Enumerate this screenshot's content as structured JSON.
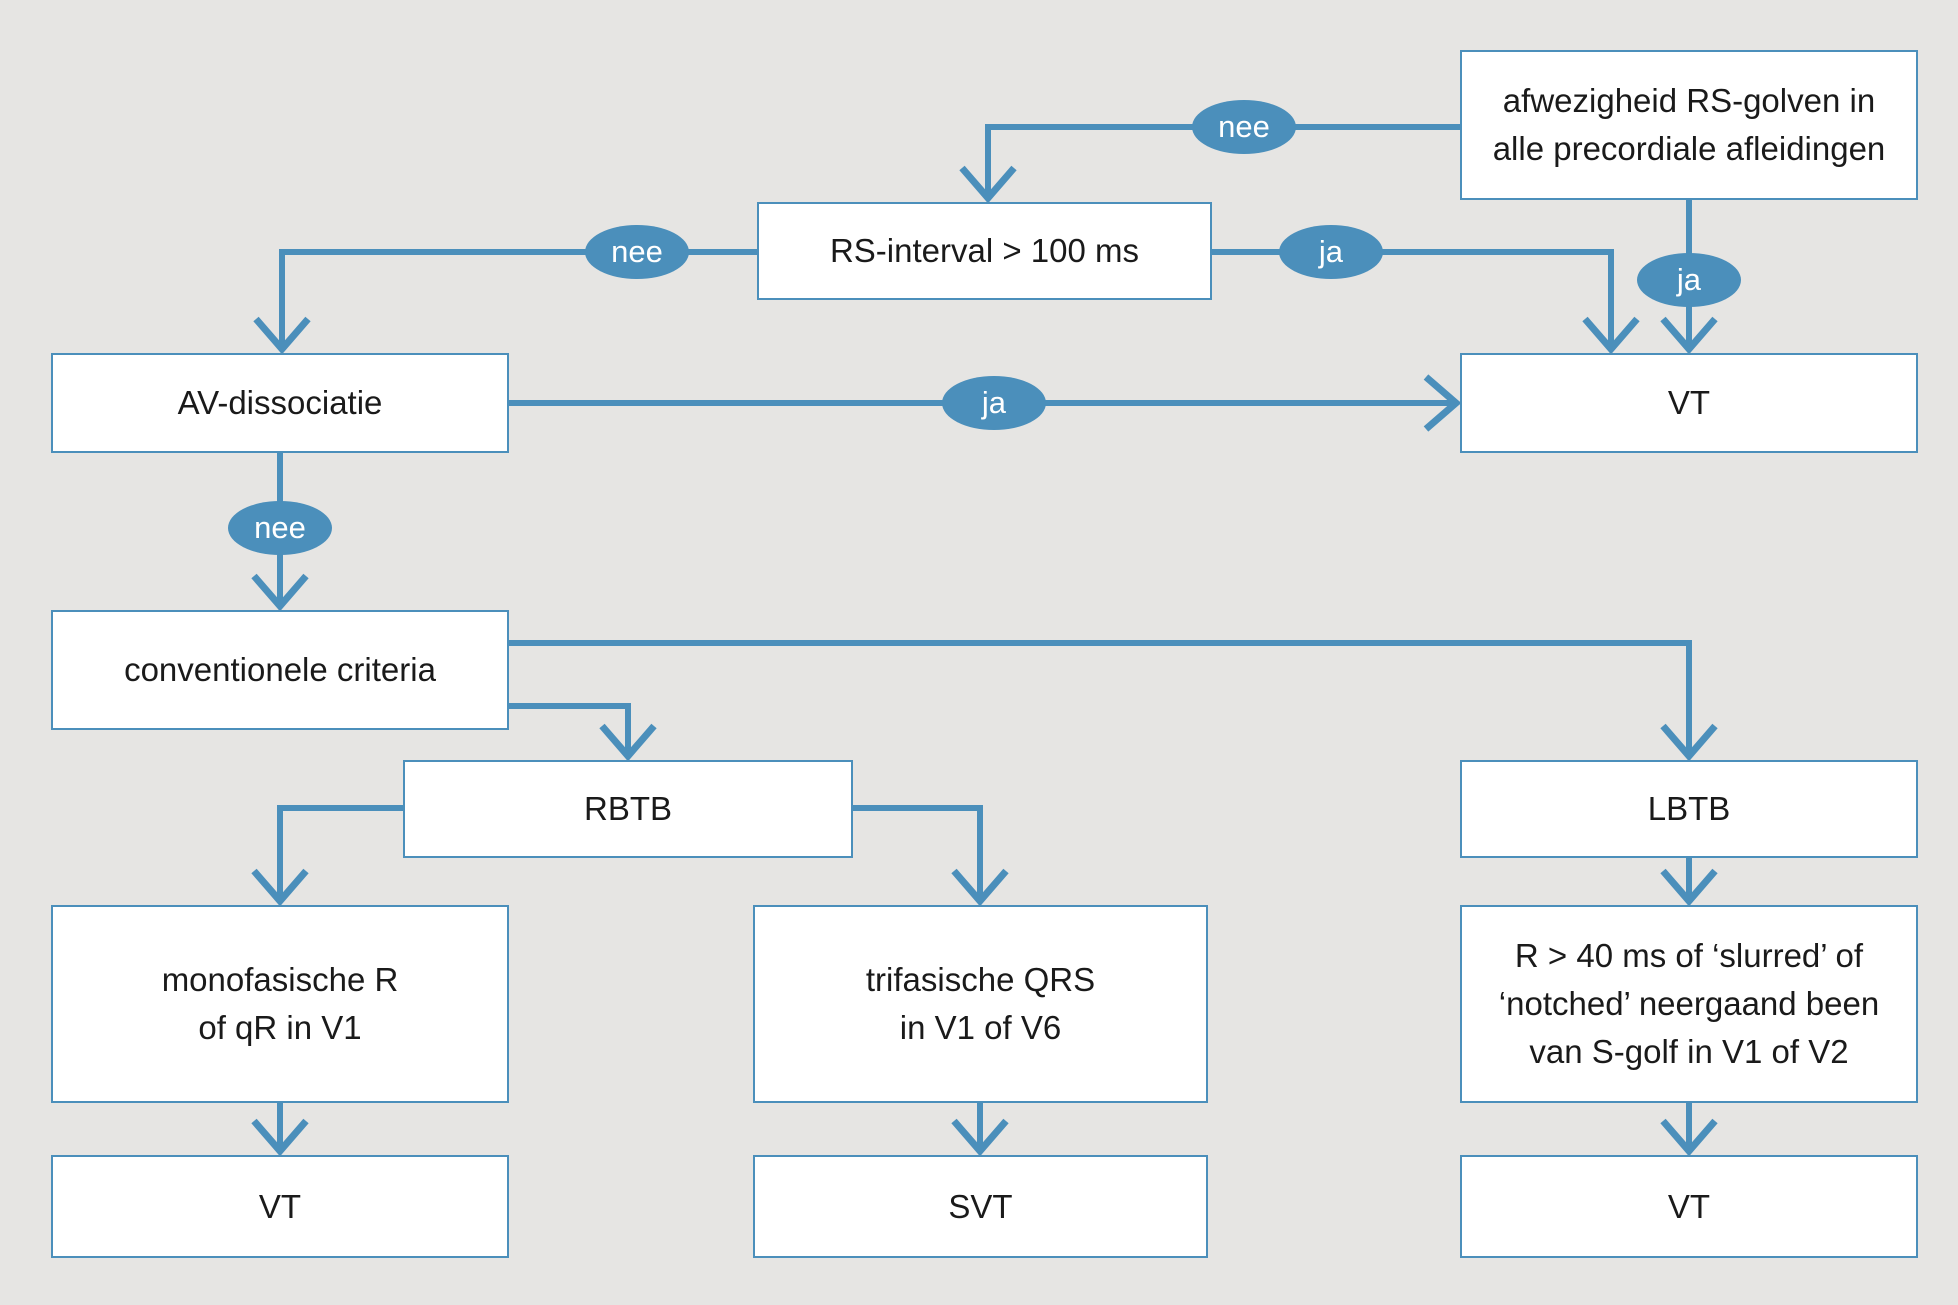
{
  "diagram": {
    "background_color": "#e6e5e3",
    "accent_color": "#4b8fbb",
    "box_fill_color": "#ffffff",
    "text_color": "#1a1a1a",
    "nodes": {
      "absent_rs": {
        "text": "afwezigheid RS-golven in\nalle precordiale afleidingen"
      },
      "rs_interval": {
        "text": "RS-interval > 100 ms"
      },
      "av_dissociatie": {
        "text": "AV-dissociatie"
      },
      "vt_top": {
        "text": "VT"
      },
      "conventionele_criteria": {
        "text": "conventionele criteria"
      },
      "rbtb": {
        "text": "RBTB"
      },
      "lbtb": {
        "text": "LBTB"
      },
      "monofasische": {
        "text": "monofasische R\nof qR in V1"
      },
      "trifasische": {
        "text": "trifasische QRS\nin V1 of V6"
      },
      "r40": {
        "text": "R > 40 ms of ‘slurred’ of\n‘notched’ neergaand been\nvan S-golf in V1 of V2"
      },
      "vt_left": {
        "text": "VT"
      },
      "svt": {
        "text": "SVT"
      },
      "vt_right": {
        "text": "VT"
      }
    },
    "labels": {
      "nee_top": "nee",
      "ja_top": "ja",
      "nee_rs": "nee",
      "ja_rs": "ja",
      "ja_av": "ja",
      "nee_av": "nee"
    },
    "edges": [
      {
        "from": "absent_rs",
        "to": "rs_interval",
        "label": "nee"
      },
      {
        "from": "absent_rs",
        "to": "vt_top",
        "label": "ja"
      },
      {
        "from": "rs_interval",
        "to": "av_dissociatie",
        "label": "nee"
      },
      {
        "from": "rs_interval",
        "to": "vt_top",
        "label": "ja"
      },
      {
        "from": "av_dissociatie",
        "to": "vt_top",
        "label": "ja"
      },
      {
        "from": "av_dissociatie",
        "to": "conventionele_criteria",
        "label": "nee"
      },
      {
        "from": "conventionele_criteria",
        "to": "rbtb",
        "label": ""
      },
      {
        "from": "conventionele_criteria",
        "to": "lbtb",
        "label": ""
      },
      {
        "from": "rbtb",
        "to": "monofasische",
        "label": ""
      },
      {
        "from": "rbtb",
        "to": "trifasische",
        "label": ""
      },
      {
        "from": "lbtb",
        "to": "r40",
        "label": ""
      },
      {
        "from": "monofasische",
        "to": "vt_left",
        "label": ""
      },
      {
        "from": "trifasische",
        "to": "svt",
        "label": ""
      },
      {
        "from": "r40",
        "to": "vt_right",
        "label": ""
      }
    ]
  }
}
